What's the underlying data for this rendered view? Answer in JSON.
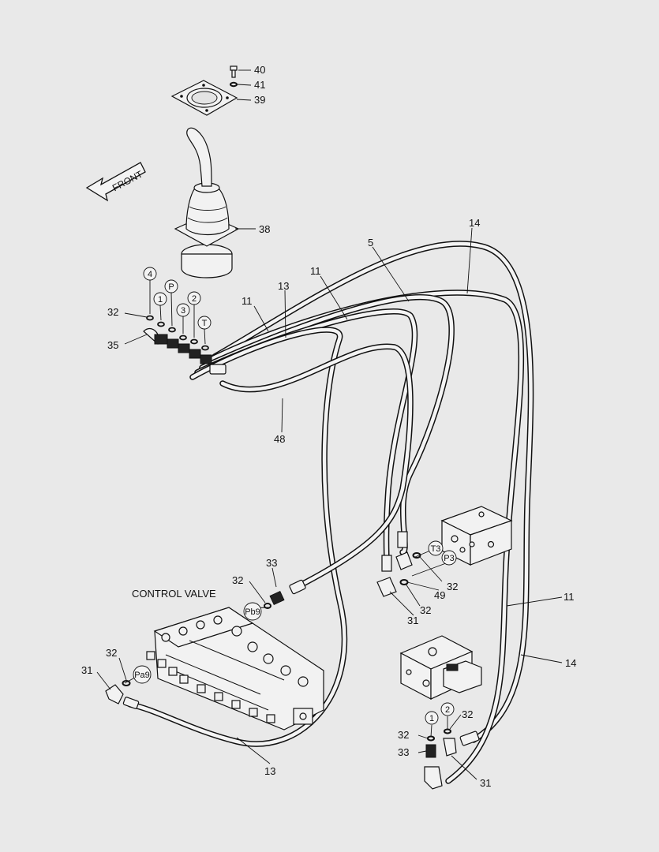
{
  "front_label": "FRONT",
  "control_valve_label": "CONTROL VALVE",
  "callouts": {
    "c40": "40",
    "c41": "41",
    "c39": "39",
    "c38": "38",
    "c14a": "14",
    "c5": "5",
    "c11a": "11",
    "c13a": "13",
    "c11b": "11",
    "c32a": "32",
    "c35": "35",
    "c48": "48",
    "c33a": "33",
    "c32b": "32",
    "c32c": "32",
    "c31a": "31",
    "c32d": "32",
    "c49": "49",
    "c32e": "32",
    "c31b": "31",
    "c11c": "11",
    "c14b": "14",
    "c13b": "13",
    "c32f": "32",
    "c32g": "32",
    "c33b": "33",
    "c31c": "31"
  },
  "port_labels": {
    "p4": "4",
    "p1": "1",
    "pP": "P",
    "p3": "3",
    "p2": "2",
    "pT": "T",
    "pPb9": "Pb9",
    "pPa9": "Pa9",
    "pT3": "T3",
    "pP3": "P3",
    "pv1": "1",
    "pv2": "2"
  }
}
